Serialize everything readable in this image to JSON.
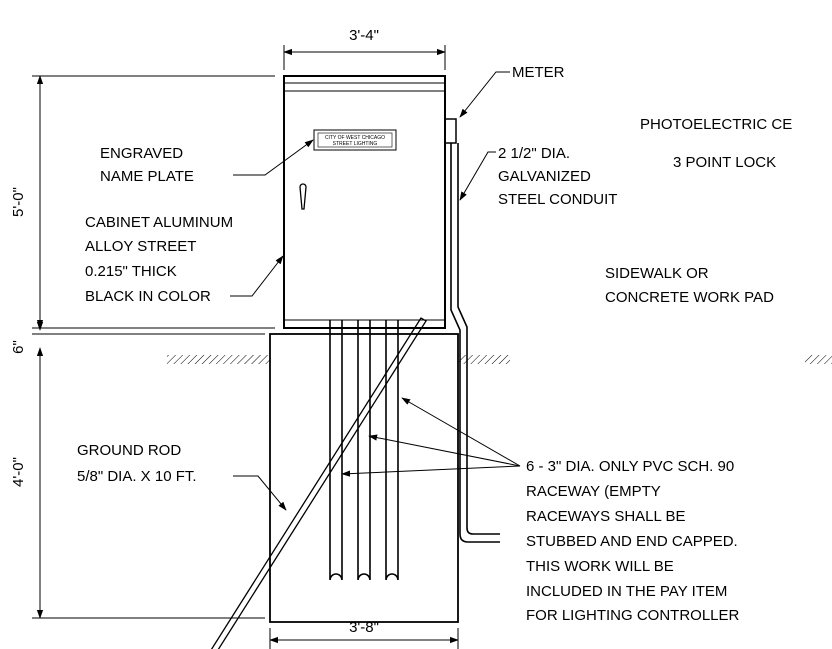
{
  "dimensions": {
    "cabinet_width": "3'-4\"",
    "base_width": "3'-8\"",
    "cabinet_height": "5'-0\"",
    "gap_height": "6\"",
    "base_height": "4'-0\""
  },
  "labels": {
    "meter": "METER",
    "photoelectric": "PHOTOELECTRIC CE",
    "lock": "3 POINT LOCK",
    "name_plate": [
      "ENGRAVED",
      "NAME PLATE"
    ],
    "conduit": [
      "2 1/2\" DIA.",
      "GALVANIZED",
      "STEEL CONDUIT"
    ],
    "cabinet": [
      "CABINET ALUMINUM",
      "ALLOY STREET",
      "0.215\" THICK",
      "BLACK IN COLOR"
    ],
    "sidewalk": [
      "SIDEWALK OR",
      "CONCRETE WORK PAD"
    ],
    "ground_rod": [
      "GROUND ROD",
      "5/8\" DIA. X 10 FT."
    ],
    "raceway": [
      "6 - 3\" DIA. ONLY PVC SCH. 90",
      "RACEWAY (EMPTY",
      "RACEWAYS SHALL BE",
      "STUBBED AND END CAPPED.",
      "THIS WORK WILL BE",
      "INCLUDED IN THE PAY ITEM",
      "FOR LIGHTING CONTROLLER"
    ]
  },
  "plate_text": [
    "CITY OF WEST CHICAGO",
    "STREET LIGHTING"
  ]
}
